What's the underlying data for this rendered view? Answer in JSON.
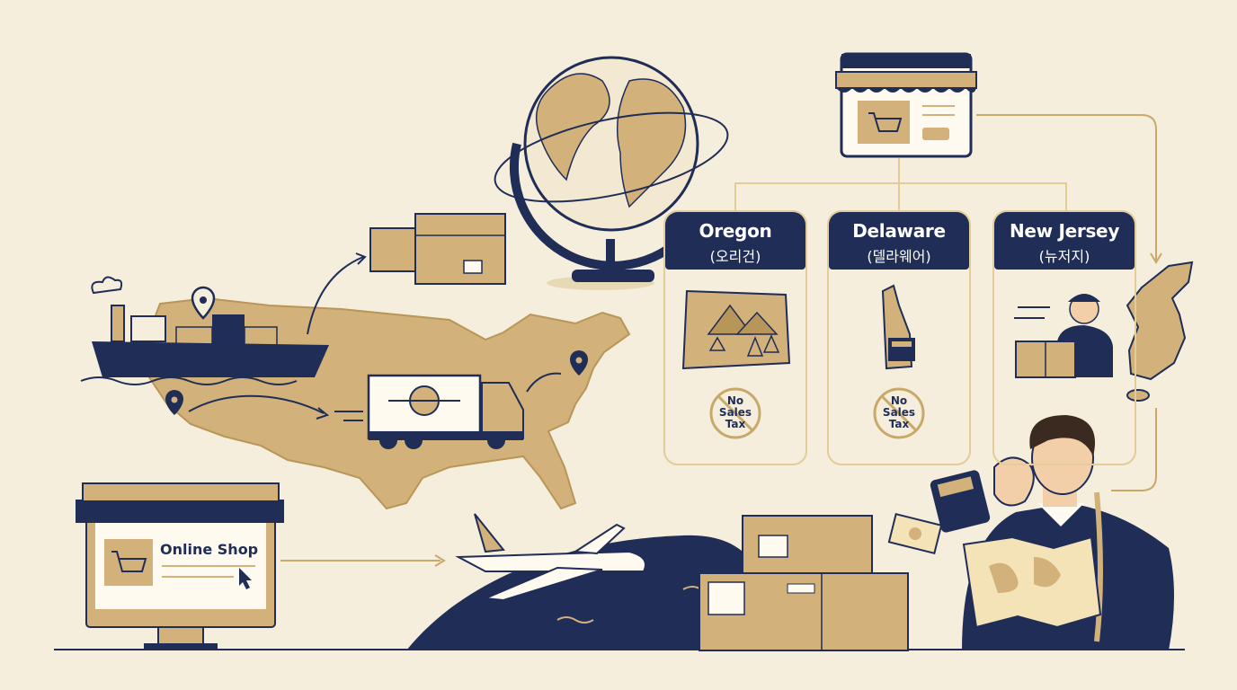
{
  "colors": {
    "navy": "#1f2d57",
    "gold": "#c8a96a",
    "tan": "#d2b27a",
    "cream": "#f6eedc",
    "card_border": "#e2cc98"
  },
  "shop": {
    "label": "Online Shop"
  },
  "states": [
    {
      "name": "Oregon",
      "korean": "(오리건)",
      "tax_badge": [
        "No",
        "Sales",
        "Tax"
      ]
    },
    {
      "name": "Delaware",
      "korean": "(델라웨어)",
      "tax_badge": [
        "No",
        "Sales",
        "Tax"
      ]
    },
    {
      "name": "New Jersey",
      "korean": "(뉴저지)"
    }
  ],
  "icons": [
    "globe-icon",
    "cargo-ship-icon",
    "truck-icon",
    "airplane-icon",
    "storefront-icon",
    "computer-shop-icon",
    "package-icon",
    "location-pin-icon",
    "calculator-icon",
    "map-icon",
    "cash-icon",
    "delivery-person-icon",
    "korea-map-icon",
    "usa-map-icon"
  ]
}
